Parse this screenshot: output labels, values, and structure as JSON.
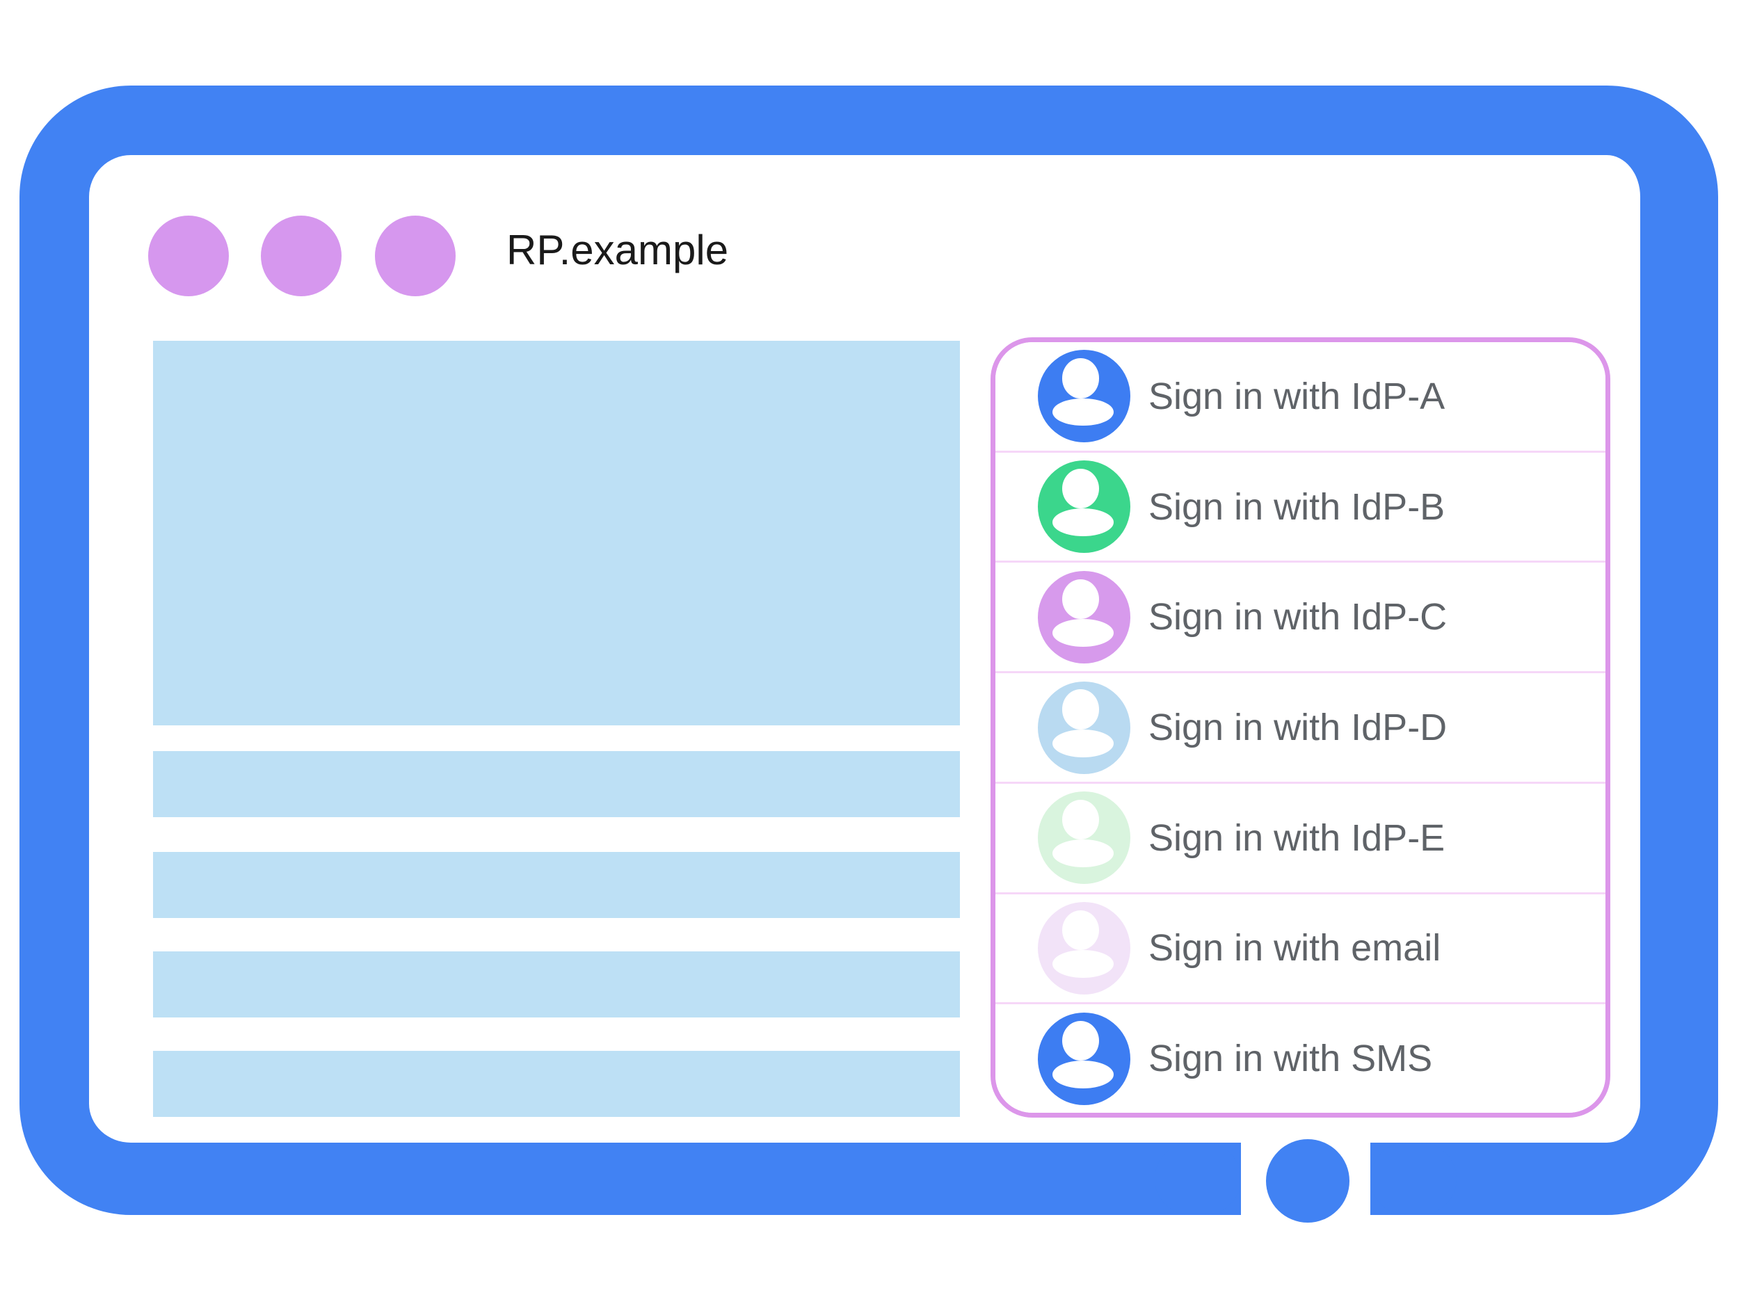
{
  "window": {
    "title": "RP.example"
  },
  "signin_panel": {
    "options": [
      {
        "id": "idp-a",
        "label": "Sign in with IdP-A",
        "avatar_color": "#3D7DF2"
      },
      {
        "id": "idp-b",
        "label": "Sign in with IdP-B",
        "avatar_color": "#3BD68C"
      },
      {
        "id": "idp-c",
        "label": "Sign in with IdP-C",
        "avatar_color": "#D79AEC"
      },
      {
        "id": "idp-d",
        "label": "Sign in with IdP-D",
        "avatar_color": "#B9DAF1"
      },
      {
        "id": "idp-e",
        "label": "Sign in with IdP-E",
        "avatar_color": "#D9F4DE"
      },
      {
        "id": "email",
        "label": "Sign in with email",
        "avatar_color": "#F2E3F8"
      },
      {
        "id": "sms",
        "label": "Sign in with SMS",
        "avatar_color": "#3D7DF2"
      }
    ]
  },
  "colors": {
    "frame_blue": "#4182F3",
    "traffic_purple": "#D697EE",
    "content_placeholder_blue": "#BDE0F5",
    "panel_border_pink": "#DC96EA",
    "divider_pink": "#F6D7F8",
    "label_gray": "#5F6368",
    "title_black": "#1A1A1A"
  }
}
